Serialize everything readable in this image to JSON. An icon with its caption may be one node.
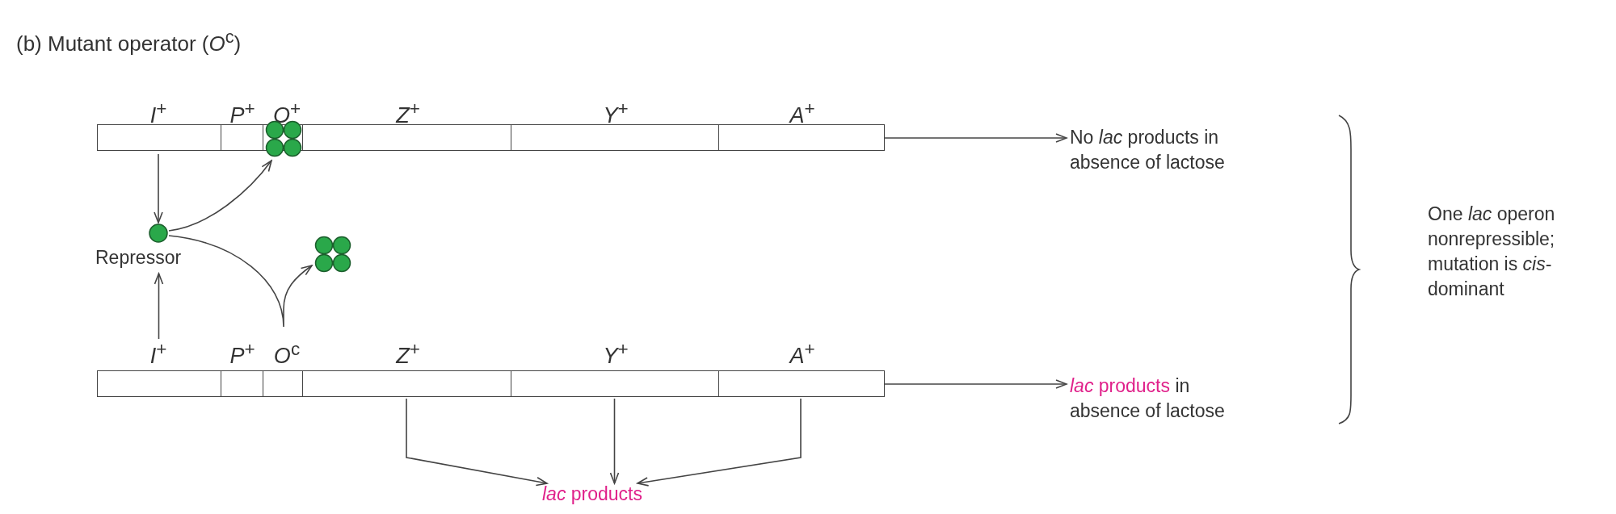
{
  "diagram": {
    "title": "(b) Mutant operator (*O*$^{c}$)",
    "nodes": [
      {
        "text": [
          "*I*$^{+}$"
        ]
      },
      {
        "text": [
          "*P*$^{+}$"
        ]
      },
      {
        "text": [
          "*O*$^{+}$"
        ]
      },
      {
        "text": [
          "*Z*$^{+}$"
        ]
      },
      {
        "text": [
          "*Y*$^{+}$"
        ]
      },
      {
        "text": [
          "*A*$^{+}$"
        ]
      },
      {
        "text": [
          "*I*$^{+}$"
        ]
      },
      {
        "text": [
          "*P*$^{+}$"
        ]
      },
      {
        "text": [
          "*O*$^{c}$"
        ]
      },
      {
        "text": [
          "*Z*$^{+}$"
        ]
      },
      {
        "text": [
          "*Y*$^{+}$"
        ]
      },
      {
        "text": [
          "*A*$^{+}$"
        ]
      },
      {
        "text": [
          "Repressor"
        ]
      },
      {
        "text": [],
        "shape": "circle"
      },
      {
        "text": [],
        "shape": "circle"
      },
      {
        "text": [
          "No *lac* products in absence of lactose"
        ]
      },
      {
        "text": [
          "*lac* products in absence of lactose"
        ]
      },
      {
        "text": [
          "*lac* products"
        ]
      }
    ],
    "edges": [
      {
        "from": 0,
        "to": 12,
        "arrow": "to"
      },
      {
        "from": 6,
        "to": 12,
        "arrow": "to"
      },
      {
        "from": 12,
        "to": 13,
        "arrow": "to"
      },
      {
        "from": 12,
        "to": 14,
        "arrow": "to"
      },
      {
        "from": 5,
        "to": 15,
        "arrow": "to"
      },
      {
        "from": 11,
        "to": 16,
        "arrow": "to"
      },
      {
        "from": 9,
        "to": 17,
        "arrow": "to"
      },
      {
        "from": 10,
        "to": 17,
        "arrow": "to"
      },
      {
        "from": 11,
        "to": 17,
        "arrow": "to"
      }
    ],
    "labels": [
      "One *lac* operon nonrepressible; mutation is *cis*-dominant"
    ]
  }
}
